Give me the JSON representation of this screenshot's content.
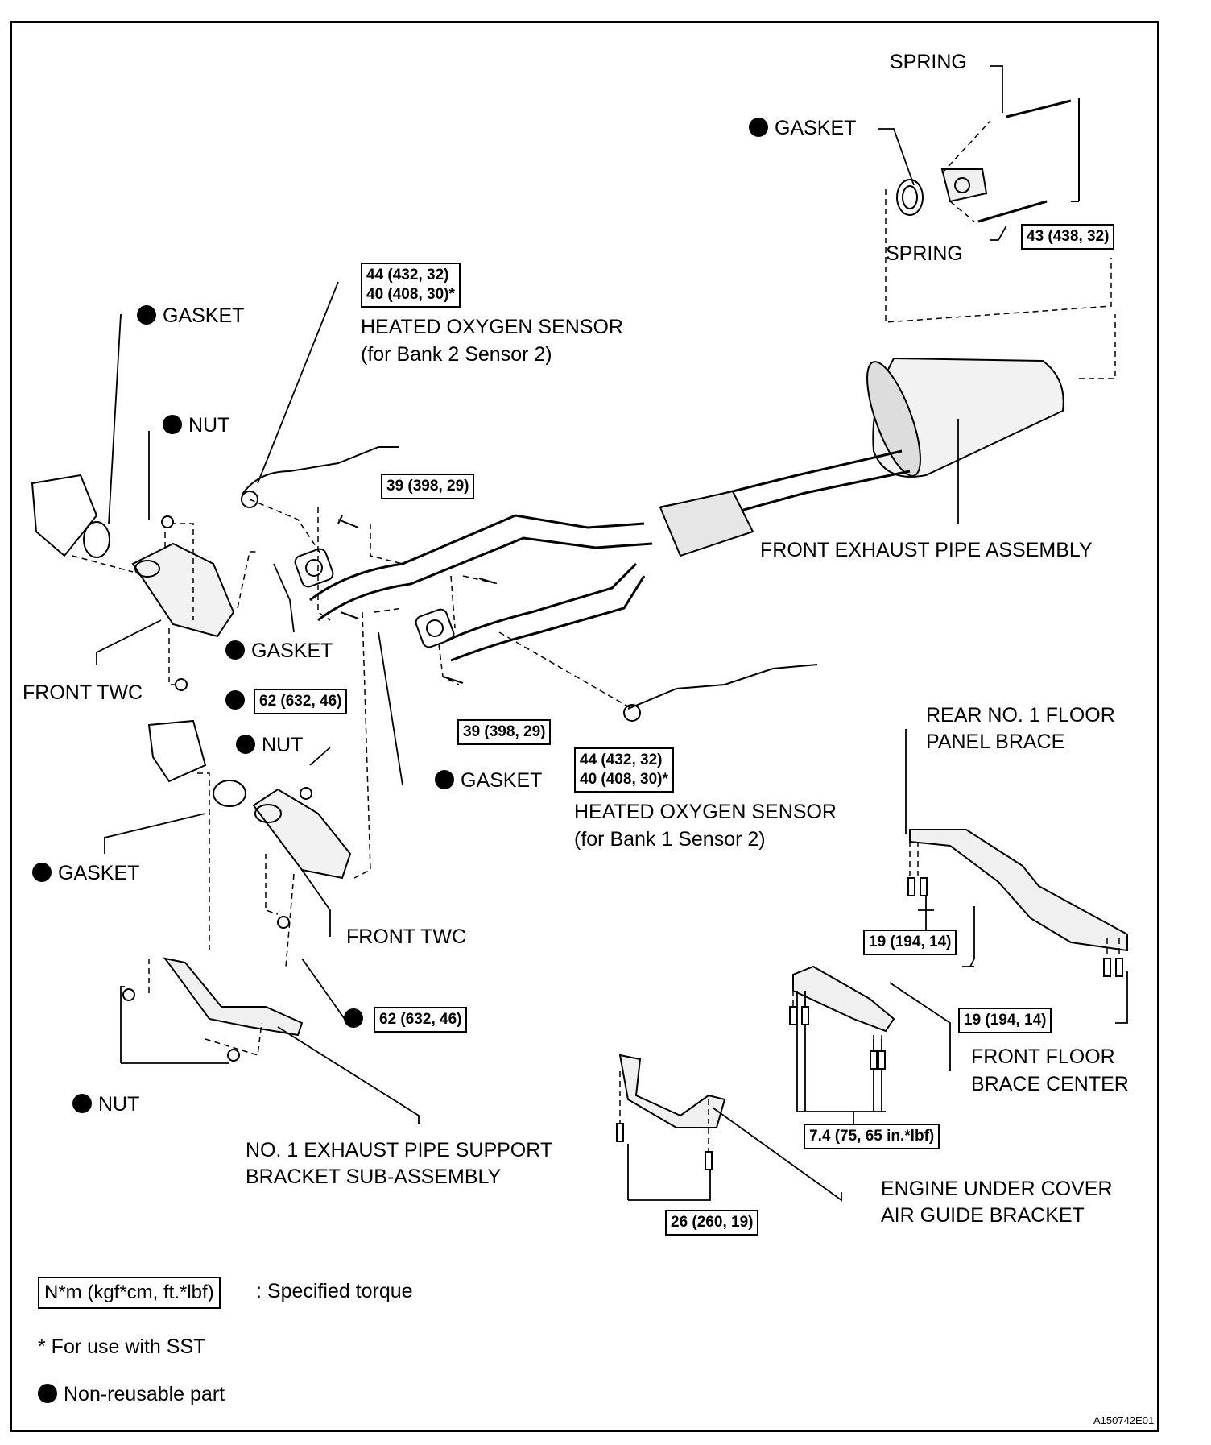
{
  "labels": {
    "spring_top": "SPRING",
    "spring_bottom": "SPRING",
    "gasket_muffler": "GASKET",
    "gasket_left_top": "GASKET",
    "nut_upper": "NUT",
    "gasket_pipe_left": "GASKET",
    "front_twc_upper": "FRONT TWC",
    "nut_lower_twc": "NUT",
    "gasket_pipe_right": "GASKET",
    "gasket_lower_twc": "GASKET",
    "front_twc_lower": "FRONT TWC",
    "nut_bracket": "NUT",
    "support_bracket_l1": "NO. 1 EXHAUST PIPE SUPPORT",
    "support_bracket_l2": "BRACKET SUB-ASSEMBLY",
    "hos_bank2_l1": "HEATED OXYGEN SENSOR",
    "hos_bank2_l2": "(for Bank 2 Sensor 2)",
    "hos_bank1_l1": "HEATED OXYGEN SENSOR",
    "hos_bank1_l2": "(for Bank 1 Sensor 2)",
    "front_exhaust_pipe": "FRONT EXHAUST PIPE ASSEMBLY",
    "rear_brace_l1": "REAR NO. 1 FLOOR",
    "rear_brace_l2": "PANEL BRACE",
    "front_brace_l1": "FRONT FLOOR",
    "front_brace_l2": "BRACE CENTER",
    "air_guide_l1": "ENGINE UNDER COVER",
    "air_guide_l2": "AIR GUIDE BRACKET"
  },
  "torques": {
    "spring_bolts": "43 (438, 32)",
    "hos_bank2_a": "44 (432, 32)",
    "hos_bank2_b": "40 (408, 30)*",
    "pipe_bolt_upper": "39 (398, 29)",
    "twc_nut_upper": "62 (632, 46)",
    "pipe_bolt_lower": "39 (398, 29)",
    "hos_bank1_a": "44 (432, 32)",
    "hos_bank1_b": "40 (408, 30)*",
    "twc_nut_lower": "62 (632, 46)",
    "rear_brace_left": "19 (194, 14)",
    "rear_brace_right": "19 (194, 14)",
    "front_brace": "7.4 (75, 65 in.*lbf)",
    "air_guide": "26 (260, 19)"
  },
  "legend": {
    "torque_box": "N*m (kgf*cm, ft.*lbf)",
    "torque_text": ": Specified torque",
    "sst_note": "* For use with SST",
    "non_reusable": "Non-reusable part"
  },
  "figure_id": "A150742E01"
}
